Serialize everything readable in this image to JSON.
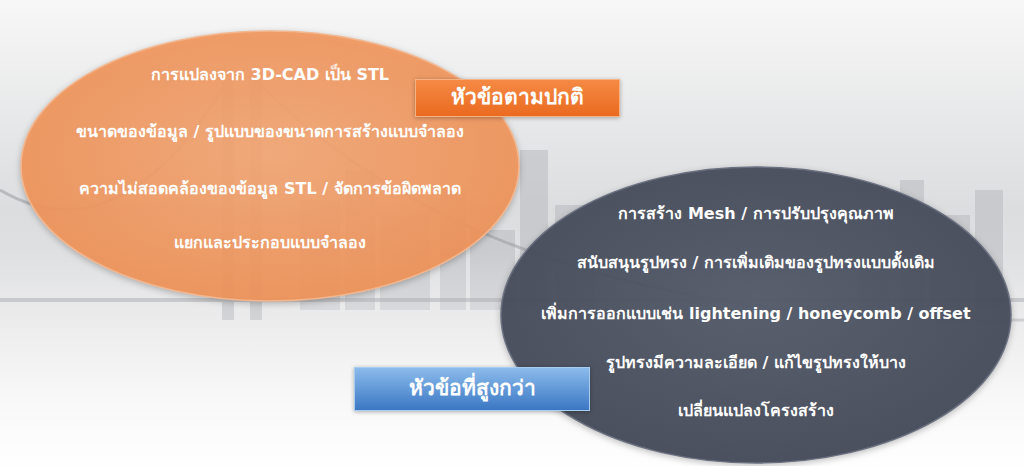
{
  "diagram": {
    "nodes": [
      {
        "text": [
          "การแปลงจาก 3D-CAD เป็น STL",
          "ขนาดของข้อมูล / รูปแบบของขนาดการสร้างแบบจำลอง",
          "ความไม่สอดคล้องของข้อมูล STL / จัดการข้อผิดพลาด",
          "แยกและประกอบแบบจำลอง"
        ]
      },
      {
        "text": [
          "หัวข้อตามปกติ"
        ]
      },
      {
        "text": [
          "การสร้าง Mesh / การปรับปรุงคุณภาพ",
          "สนับสนุนรูปทรง / การเพิ่มเติมของรูปทรงแบบดั้งเดิม",
          "เพิ่มการออกแบบเช่น lightening / honeycomb / offset",
          "รูปทรงมีความละเอียด / แก้ไขรูปทรงให้บาง",
          "เปลี่ยนแปลงโครงสร้าง"
        ]
      },
      {
        "text": [
          "หัวข้อที่สูงกว่า"
        ]
      }
    ]
  }
}
